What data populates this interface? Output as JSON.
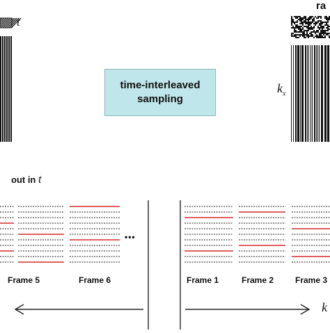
{
  "center_box": {
    "line1": "time-interleaved",
    "line2": "sampling"
  },
  "label_t_top": "t",
  "label_kx": "k",
  "label_kx_sub": "x",
  "label_ra": "ra",
  "readout_label": {
    "text": "out in",
    "var": "t"
  },
  "ellipsis": "•••",
  "frames_left": [
    "Frame 5",
    "Frame 6"
  ],
  "frames_right": [
    "Frame 1",
    "Frame 2",
    "Frame 3"
  ],
  "axis_right_label": "k",
  "colors": {
    "accent_red": "#d42a2a",
    "box_fill": "#bfe6ea",
    "line_dark": "#222222"
  }
}
